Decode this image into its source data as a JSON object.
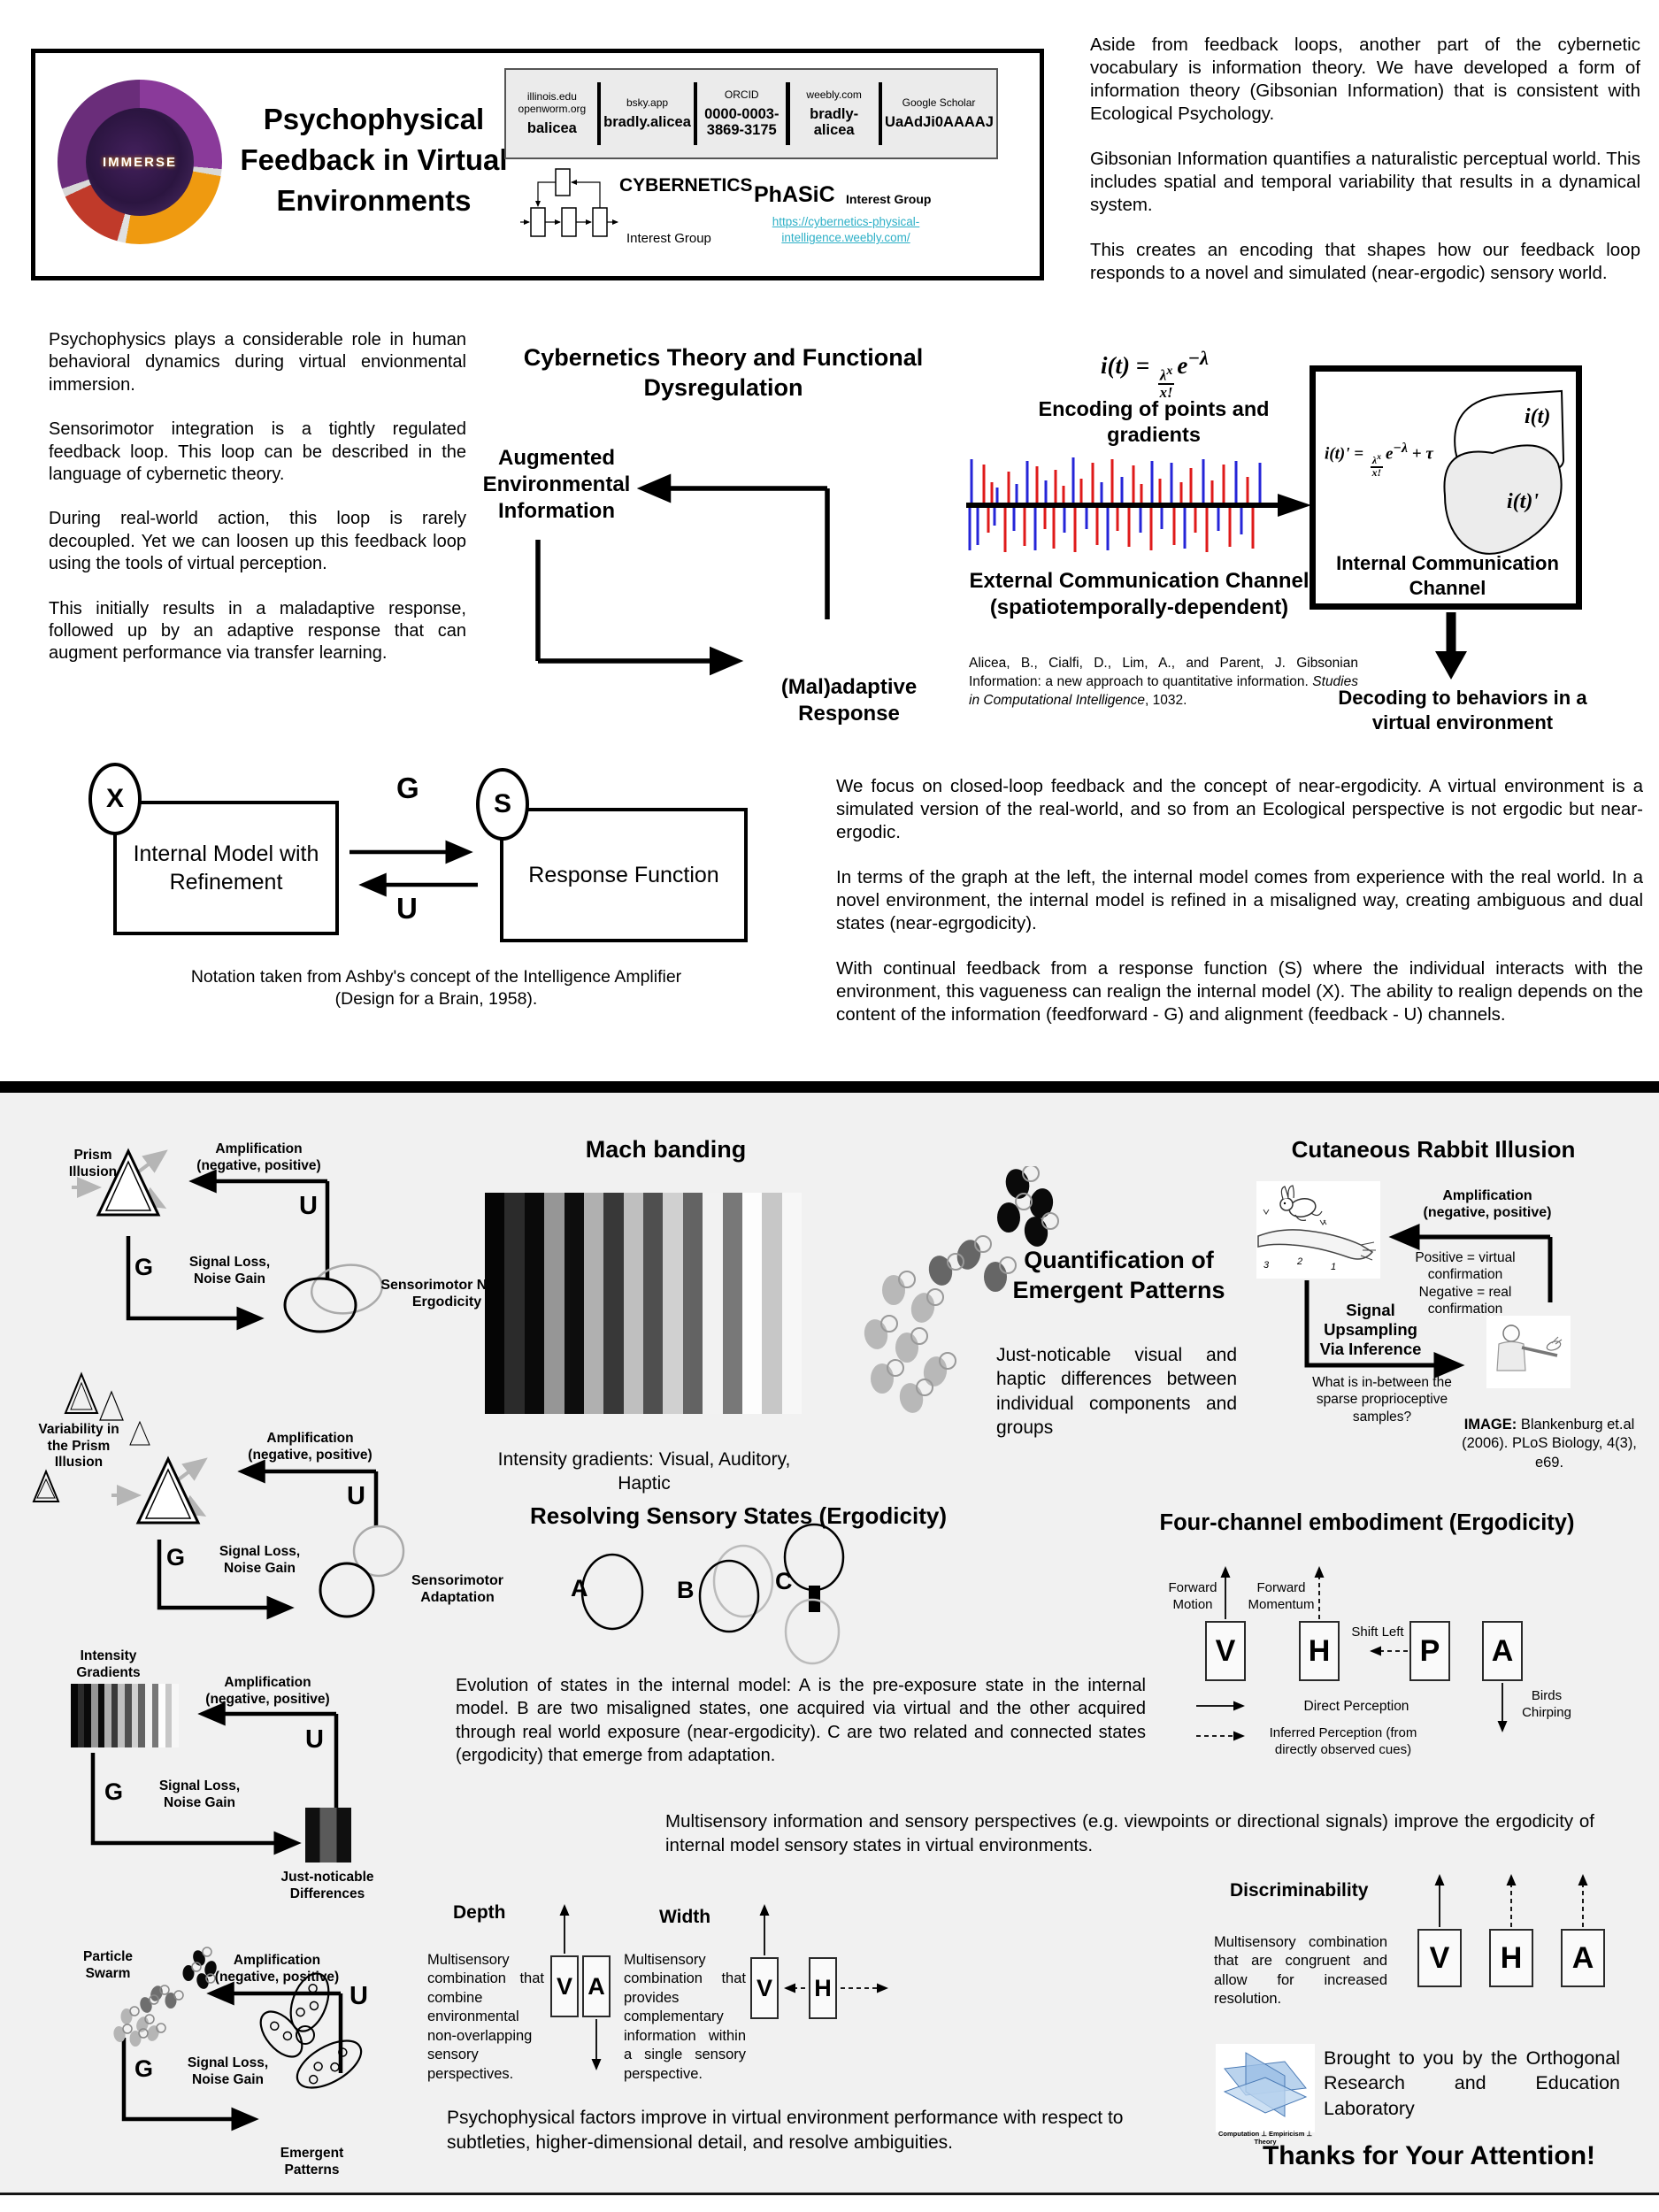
{
  "colors": {
    "link": "#2eb0c7",
    "spike_red": "#df1a1a",
    "spike_blue": "#2525d8",
    "bottom_bg": "#f1f1f1",
    "jnd": [
      "#101010",
      "#5a5a5a",
      "#101010"
    ]
  },
  "header": {
    "title": "Psychophysical Feedback in Virtual Environments",
    "logo_text": "IMMERSE",
    "contacts": [
      {
        "site": "illinois.edu openworm.org",
        "handle": "balicea"
      },
      {
        "site": "bsky.app",
        "handle": "bradly.alicea"
      },
      {
        "site": "ORCID",
        "handle": "0000-0003-3869-3175"
      },
      {
        "site": "weebly.com",
        "handle": "bradly-alicea"
      },
      {
        "site": "Google Scholar",
        "handle": "UaAdJi0AAAAJ"
      }
    ],
    "cybernetics_label": "CYBERNETICS",
    "cybernetics_sub": "Interest Group",
    "phasic_label": "PhASiC",
    "phasic_sub": "Interest Group",
    "phasic_link": "https://cybernetics-physical-intelligence.weebly.com/"
  },
  "intro_right": {
    "p1": "Aside from feedback loops, another part of the cybernetic vocabulary is information theory. We have developed a form of information theory (Gibsonian Information) that is consistent with Ecological Psychology.",
    "p2": "Gibsonian Information quantifies a naturalistic perceptual world. This includes spatial and temporal variability that results in a dynamical system.",
    "p3": "This creates an encoding that shapes how our feedback loop responds to a novel and simulated (near-ergodic) sensory world."
  },
  "intro_left": {
    "p1": "Psychophysics plays a considerable role in human behavioral dynamics during virtual envionmental immersion.",
    "p2": "Sensorimotor integration is a tightly regulated feedback loop. This loop can be described in the language of cybernetic theory.",
    "p3": "During real-world action, this loop is rarely decoupled. Yet we can loosen up this feedback loop using the tools of virtual perception.",
    "p4": "This initially results in a maladaptive response, followed up by an adaptive response that can augment performance via transfer learning."
  },
  "cyb_theory": {
    "title": "Cybernetics Theory and Functional Dysregulation",
    "node_a": "Augmented Environmental Information",
    "node_b": "(Mal)adaptive Response"
  },
  "equations": {
    "enc_lhs": "i(t) =",
    "num_base": "λ",
    "num_sup": "x",
    "den": "x!",
    "e": "e",
    "exp": "−λ",
    "dec_lhs": "i(t)' =",
    "dec_tail": "+ τ"
  },
  "encoding": {
    "title": "Encoding of points and gradients",
    "external": "External Communication Channel (spatiotemporally-dependent)",
    "internal": "Internal Communication Channel",
    "blob_top": "i(t)",
    "blob_bottom": "i(t)'",
    "decoding": "Decoding to behaviors in a virtual environment",
    "citation_a": "Alicea, B., Cialfi, D., Lim, A., and Parent, J. Gibsonian Information: a new approach to quantitative information. ",
    "citation_b": "Studies in Computational Intelligence",
    "citation_c": ", 1032."
  },
  "ashby": {
    "x": "X",
    "s": "S",
    "g": "G",
    "u": "U",
    "box1": "Internal Model with Refinement",
    "box2": "Response Function",
    "caption": "Notation taken from Ashby's concept of the Intelligence Amplifier (Design for a Brain, 1958)."
  },
  "ergodicity": {
    "p1": "We focus on closed-loop feedback and the concept of near-ergodicity. A virtual environment is a simulated version of the real-world, and so from an Ecological perspective is not ergodic but near-ergodic.",
    "p2": "In terms of the graph at the left, the internal model comes from experience with the real world. In a novel environment, the internal model is refined in a misaligned way, creating ambiguous and dual states (near-egrgodicity).",
    "p3": "With continual feedback from a response function (S) where the individual interacts with the environment, this vagueness can realign the internal model (X). The ability to realign depends on the content of the information (feedforward - G) and alignment (feedback - U) channels."
  },
  "loops": [
    {
      "input": "Prism Illusion",
      "amp": "Amplification (negative, positive)",
      "u": "U",
      "g": "G",
      "gain": "Signal Loss, Noise Gain",
      "output": "Sensorimotor Near-Ergodicity"
    },
    {
      "input": "Variability in the Prism Illusion",
      "amp": "Amplification (negative, positive)",
      "u": "U",
      "g": "G",
      "gain": "Signal Loss, Noise Gain",
      "output": "Sensorimotor Adaptation"
    },
    {
      "input": "Intensity Gradients",
      "amp": "Amplification (negative, positive)",
      "u": "U",
      "g": "G",
      "gain": "Signal Loss, Noise Gain",
      "output": "Just-noticable Differences"
    },
    {
      "input": "Particle Swarm",
      "amp": "Amplification (negative, positive)",
      "u": "U",
      "g": "G",
      "gain": "Signal Loss, Noise Gain",
      "output": "Emergent Patterns"
    }
  ],
  "mach": {
    "title": "Mach banding",
    "caption": "Intensity gradients: Visual, Auditory, Haptic",
    "bars": [
      "#050505",
      "#2b2b2b",
      "#0a0a0a",
      "#969696",
      "#0d0d0d",
      "#b0b0b0",
      "#383838",
      "#bfbfbf",
      "#4f4f4f",
      "#d0d0d0",
      "#636363",
      "#f2f2f2",
      "#787878",
      "#fdfdfd",
      "#c7c7c7",
      "#f7f7f7"
    ]
  },
  "quant": {
    "title": "Quantification of Emergent Patterns",
    "body": "Just-noticable visual and haptic differences between individual components and groups"
  },
  "rabbit": {
    "title": "Cutaneous Rabbit Illusion",
    "amp": "Amplification (negative, positive)",
    "pos": "Positive = virtual confirmation",
    "neg": "Negative = real confirmation",
    "upsampling": "Signal Upsampling Via Inference",
    "question": "What is in-between the sparse proprioceptive samples?",
    "credit_bold": "IMAGE:",
    "credit_rest": " Blankenburg et.al (2006). PLoS Biology, 4(3), e69.",
    "mark1": "3",
    "mark2": "2",
    "mark3": "1"
  },
  "resolving": {
    "title": "Resolving Sensory States (Ergodicity)",
    "a": "A",
    "b": "B",
    "c": "C",
    "body": "Evolution of states in the internal model: A is the pre-exposure state in the internal model. B are two misaligned states, one acquired via virtual and the other acquired through real world exposure (near-ergodicity). C are two related and connected states (ergodicity) that emerge from adaptation."
  },
  "four_channel": {
    "title": "Four-channel embodiment (Ergodicity)",
    "channels": [
      "V",
      "H",
      "P",
      "A"
    ],
    "forward_motion": "Forward Motion",
    "forward_momentum": "Forward Momentum",
    "shift_left": "Shift Left",
    "birds": "Birds Chirping",
    "legend_direct": "Direct Perception",
    "legend_inferred": "Inferred Perception (from directly observed cues)"
  },
  "multisensory_note": "Multisensory information and sensory perspectives (e.g. viewpoints or directional signals) improve the ergodicity of internal model sensory states in virtual environments.",
  "depth": {
    "title": "Depth",
    "body": "Multisensory combination that combine environmental non-overlapping sensory perspectives.",
    "boxes": [
      "V",
      "A"
    ]
  },
  "width_sec": {
    "title": "Width",
    "body": "Multisensory combination that provides complementary information within a single sensory perspective.",
    "boxes": [
      "V",
      "H"
    ]
  },
  "discrim": {
    "title": "Discriminability",
    "body": "Multisensory combination that are congruent and allow for increased resolution.",
    "boxes": [
      "V",
      "H",
      "A"
    ]
  },
  "conclusion": "Psychophysical factors improve in virtual environment performance with respect to subtleties, higher-dimensional detail, and resolve ambiguities.",
  "footer": {
    "brought": "Brought to you by the Orthogonal Research and Education Laboratory",
    "thanks": "Thanks for Your Attention!",
    "logo_caption": "Computation ⊥ Empiricism ⊥ Theory"
  }
}
